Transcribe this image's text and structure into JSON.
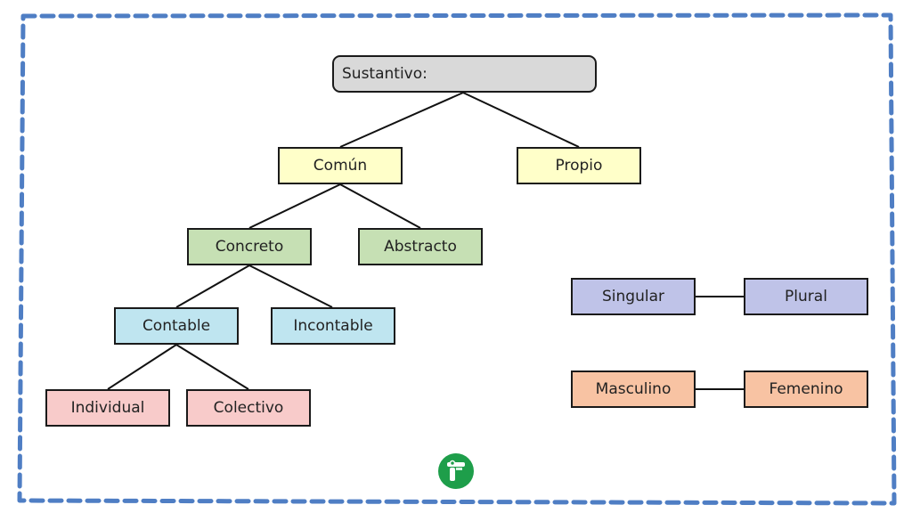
{
  "colors": {
    "frame": "#4f7ec4",
    "root": "#d9d9d9",
    "level1": "#ffffc9",
    "level2": "#c6e0b4",
    "level3": "#bfe5f0",
    "level4": "#f8cbca",
    "number": "#bfc3e8",
    "gender": "#f8c3a3",
    "logo": "#1e9e4a"
  },
  "nodes": {
    "sustantivo": "Sustantivo:",
    "comun": "Común",
    "propio": "Propio",
    "concreto": "Concreto",
    "abstracto": "Abstracto",
    "contable": "Contable",
    "incontable": "Incontable",
    "individual": "Individual",
    "colectivo": "Colectivo",
    "singular": "Singular",
    "plural": "Plural",
    "masculino": "Masculino",
    "femenino": "Femenino"
  },
  "logo": {
    "icon": "brand-logo-icon"
  }
}
